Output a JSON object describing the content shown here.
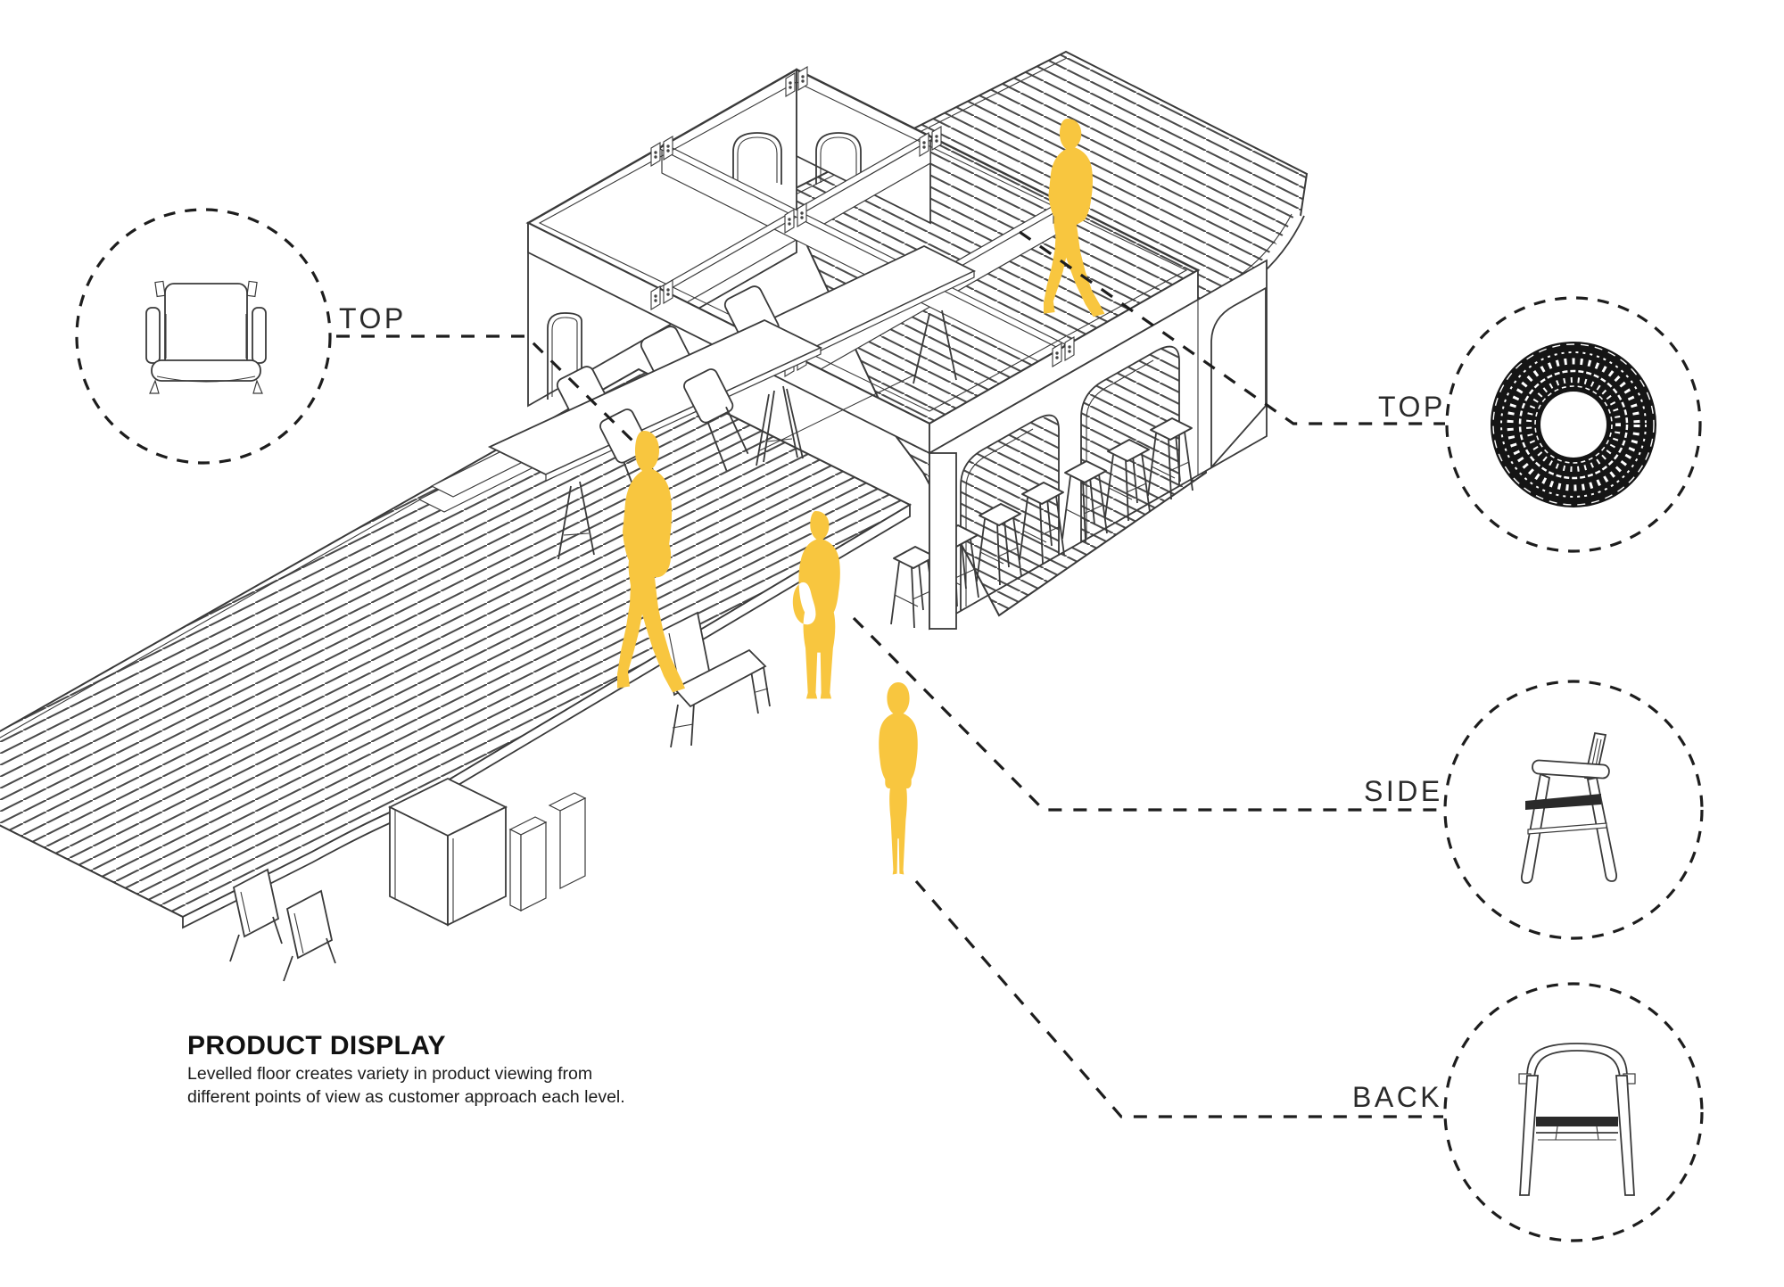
{
  "colors": {
    "accent_yellow": "#F8C63F",
    "line_dark": "#3a3a3a",
    "dash_black": "#1d1d1d"
  },
  "callouts": {
    "top_left": {
      "label": "TOP",
      "product": "armchair-top-view"
    },
    "top_right": {
      "label": "TOP",
      "product": "ornate-plate-top-view"
    },
    "side_right": {
      "label": "SIDE",
      "product": "chair-side-view"
    },
    "back_right": {
      "label": "BACK",
      "product": "chair-back-view"
    }
  },
  "caption": {
    "title": "PRODUCT DISPLAY",
    "line1": "Levelled floor creates variety in product viewing from",
    "line2": "different points of view as customer approach each level."
  }
}
